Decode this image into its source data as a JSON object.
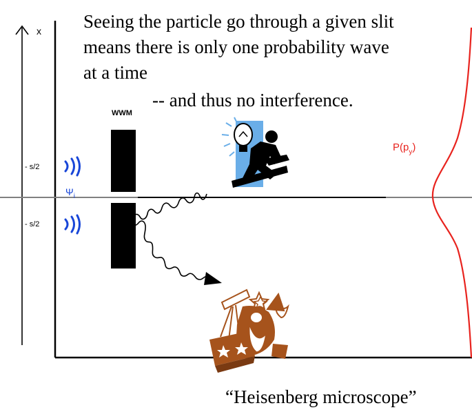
{
  "caption": {
    "lines": [
      "Seeing the particle go through a given slit",
      "means there is only one probability wave",
      "at a time",
      "-- and thus no interference."
    ]
  },
  "axis": {
    "label": "x"
  },
  "slits": {
    "upper_label": "- s/2",
    "lower_label": "- s/2",
    "psi_label": "Ψ",
    "psi_subscript": "i",
    "detector_label": "WWM"
  },
  "distribution": {
    "label": "P(p",
    "label_subscript": "y",
    "label_close": ")"
  },
  "footer": {
    "label": "“Heisenberg microscope”"
  },
  "colors": {
    "curve": "#e8231e",
    "wave": "#1846d8",
    "psi": "#1846d8",
    "lightbulb": "#6aaee8",
    "wizard": "#a6531c",
    "ink": "#000000"
  },
  "icons": {
    "observer": "lightbulb-observer-icon",
    "wizard": "wizard-telescope-icon"
  }
}
